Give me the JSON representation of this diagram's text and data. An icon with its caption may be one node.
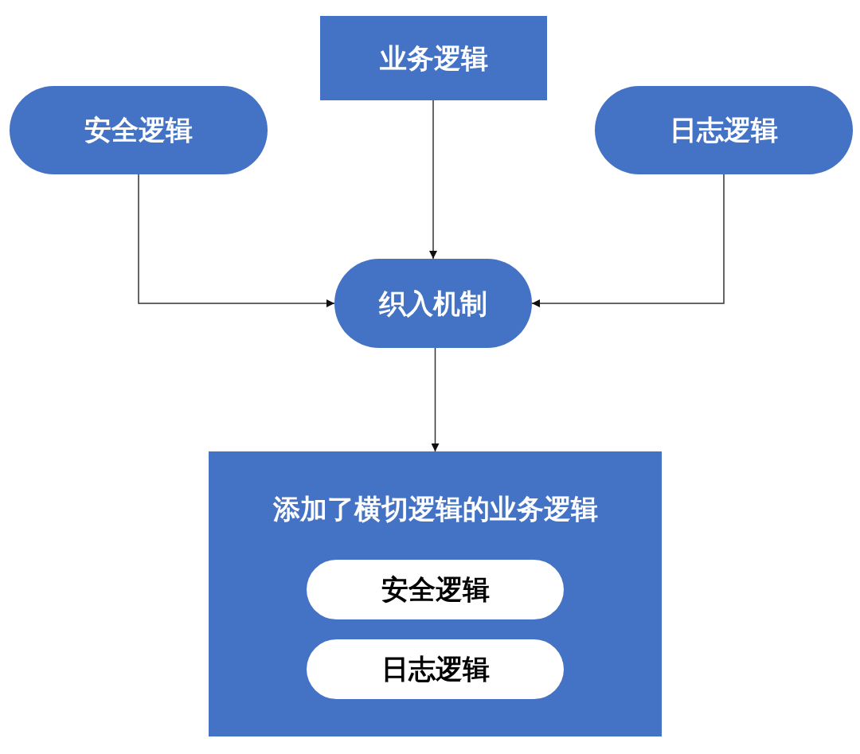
{
  "diagram": {
    "nodes": [
      {
        "text": [
          "业务逻辑"
        ]
      },
      {
        "text": [
          "安全逻辑"
        ]
      },
      {
        "text": [
          "日志逻辑"
        ]
      },
      {
        "text": [
          "织入机制"
        ]
      },
      {
        "text": [
          "添加了横切逻辑的业务逻辑"
        ]
      },
      {
        "text": [
          "安全逻辑"
        ],
        "in": 4
      },
      {
        "text": [
          "日志逻辑"
        ],
        "in": 4
      }
    ],
    "edges": [
      {
        "from": 0,
        "to": 3,
        "arrow": "to"
      },
      {
        "from": 1,
        "to": 3,
        "arrow": "to"
      },
      {
        "from": 2,
        "to": 3,
        "arrow": "to"
      },
      {
        "from": 3,
        "to": 4,
        "arrow": "to"
      }
    ]
  }
}
